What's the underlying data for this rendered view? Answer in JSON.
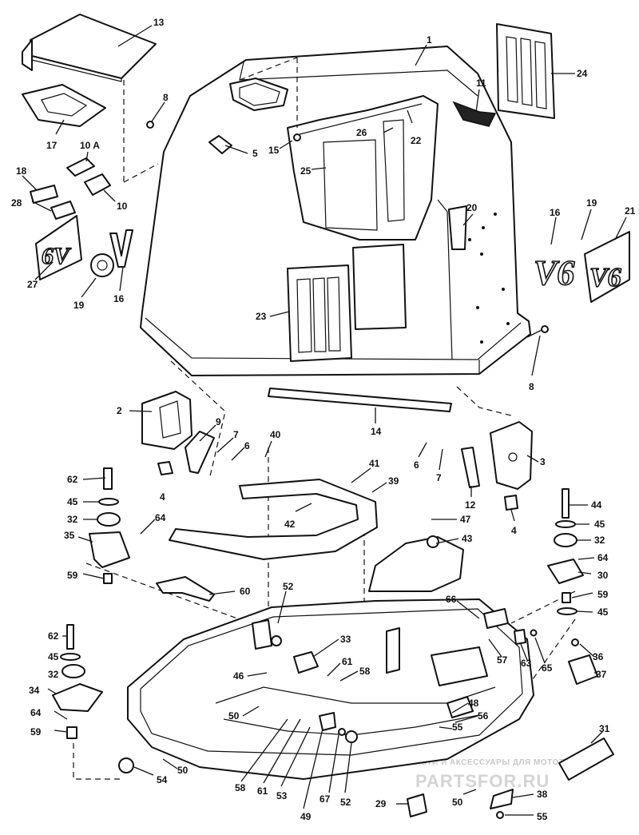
{
  "watermark": {
    "line1": "ЗАПЧАСТИ И АКСЕССУАРЫ ДЛЯ МОТОТЕХНИКИ",
    "line2": "PARTSFOR.RU"
  },
  "badges": {
    "v6_left": "V6",
    "v6_right": "V6",
    "v6_mirror": "6V"
  },
  "callouts": {
    "c13": "13",
    "c1": "1",
    "c24": "24",
    "c8a": "8",
    "c11": "11",
    "c17": "17",
    "c10a": "10 A",
    "c26": "26",
    "c22": "22",
    "c15": "15",
    "c5": "5",
    "c25": "25",
    "c18": "18",
    "c10": "10",
    "c28": "28",
    "c20": "20",
    "c16a": "16",
    "c19a": "19",
    "c21": "21",
    "c27": "27",
    "c19b": "19",
    "c16b": "16",
    "c23": "23",
    "c8b": "8",
    "c14": "14",
    "c2": "2",
    "c9": "9",
    "c7a": "7",
    "c6a": "6",
    "c40": "40",
    "c3": "3",
    "c6b": "6",
    "c7b": "7",
    "c41": "41",
    "c39": "39",
    "c62a": "62",
    "c4a": "4",
    "c12": "12",
    "c44": "44",
    "c45a": "45",
    "c32a": "32",
    "c42": "42",
    "c47": "47",
    "c4b": "4",
    "c45b": "45",
    "c35": "35",
    "c64a": "64",
    "c43": "43",
    "c32b": "32",
    "c64b": "64",
    "c30": "30",
    "c59a": "59",
    "c60": "60",
    "c52a": "52",
    "c59b": "59",
    "c66": "66",
    "c45c": "45",
    "c62b": "62",
    "c33": "33",
    "c57": "57",
    "c63": "63",
    "c65": "65",
    "c36": "36",
    "c45d": "45",
    "c61a": "61",
    "c58a": "58",
    "c37": "37",
    "c32c": "32",
    "c46": "46",
    "c34": "34",
    "c48": "48",
    "c56": "56",
    "c64c": "64",
    "c50a": "50",
    "c55a": "55",
    "c59c": "59",
    "c31": "31",
    "c54": "54",
    "c50b": "50",
    "c58b": "58",
    "c61b": "61",
    "c53": "53",
    "c67": "67",
    "c52b": "52",
    "c49": "49",
    "c29": "29",
    "c50c": "50",
    "c38": "38",
    "c55b": "55"
  }
}
